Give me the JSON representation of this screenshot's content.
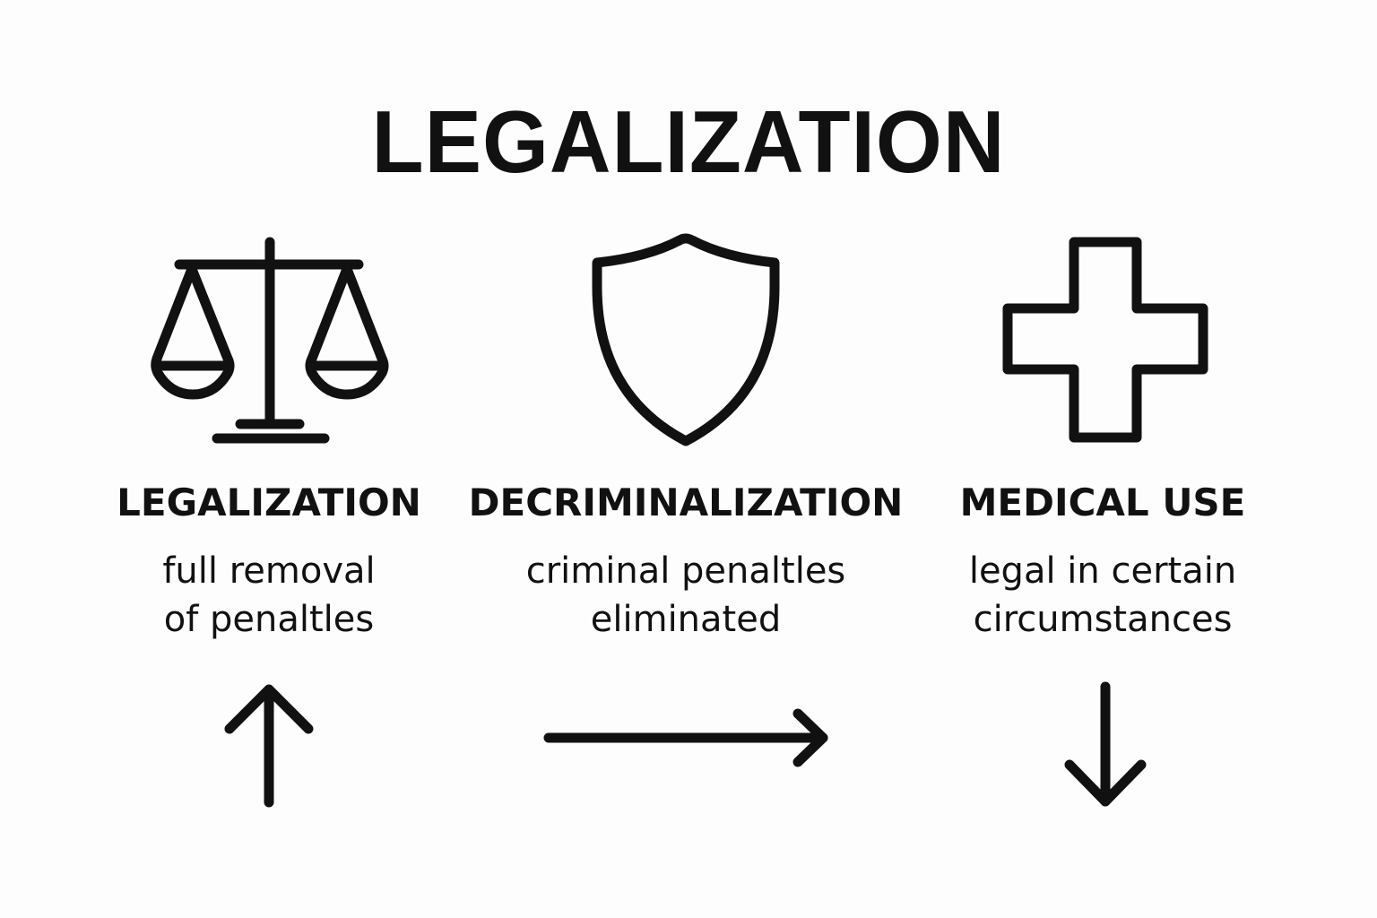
{
  "title": "LEGALIZATION",
  "colors": {
    "background": "#fdfdfd",
    "ink": "#111111"
  },
  "columns": [
    {
      "icon": "scales-of-justice-icon",
      "heading": "LEGALIZATION",
      "description": [
        "full removal",
        "of penaltles"
      ],
      "arrow": "arrow-up-icon"
    },
    {
      "icon": "shield-icon",
      "heading": "DECRIMINALIZATION",
      "description": [
        "criminal penaltles",
        "eliminated"
      ],
      "arrow": "arrow-right-icon"
    },
    {
      "icon": "medical-cross-icon",
      "heading": "MEDICAL USE",
      "description": [
        "legal in certain",
        "circumstances"
      ],
      "arrow": "arrow-down-icon"
    }
  ]
}
